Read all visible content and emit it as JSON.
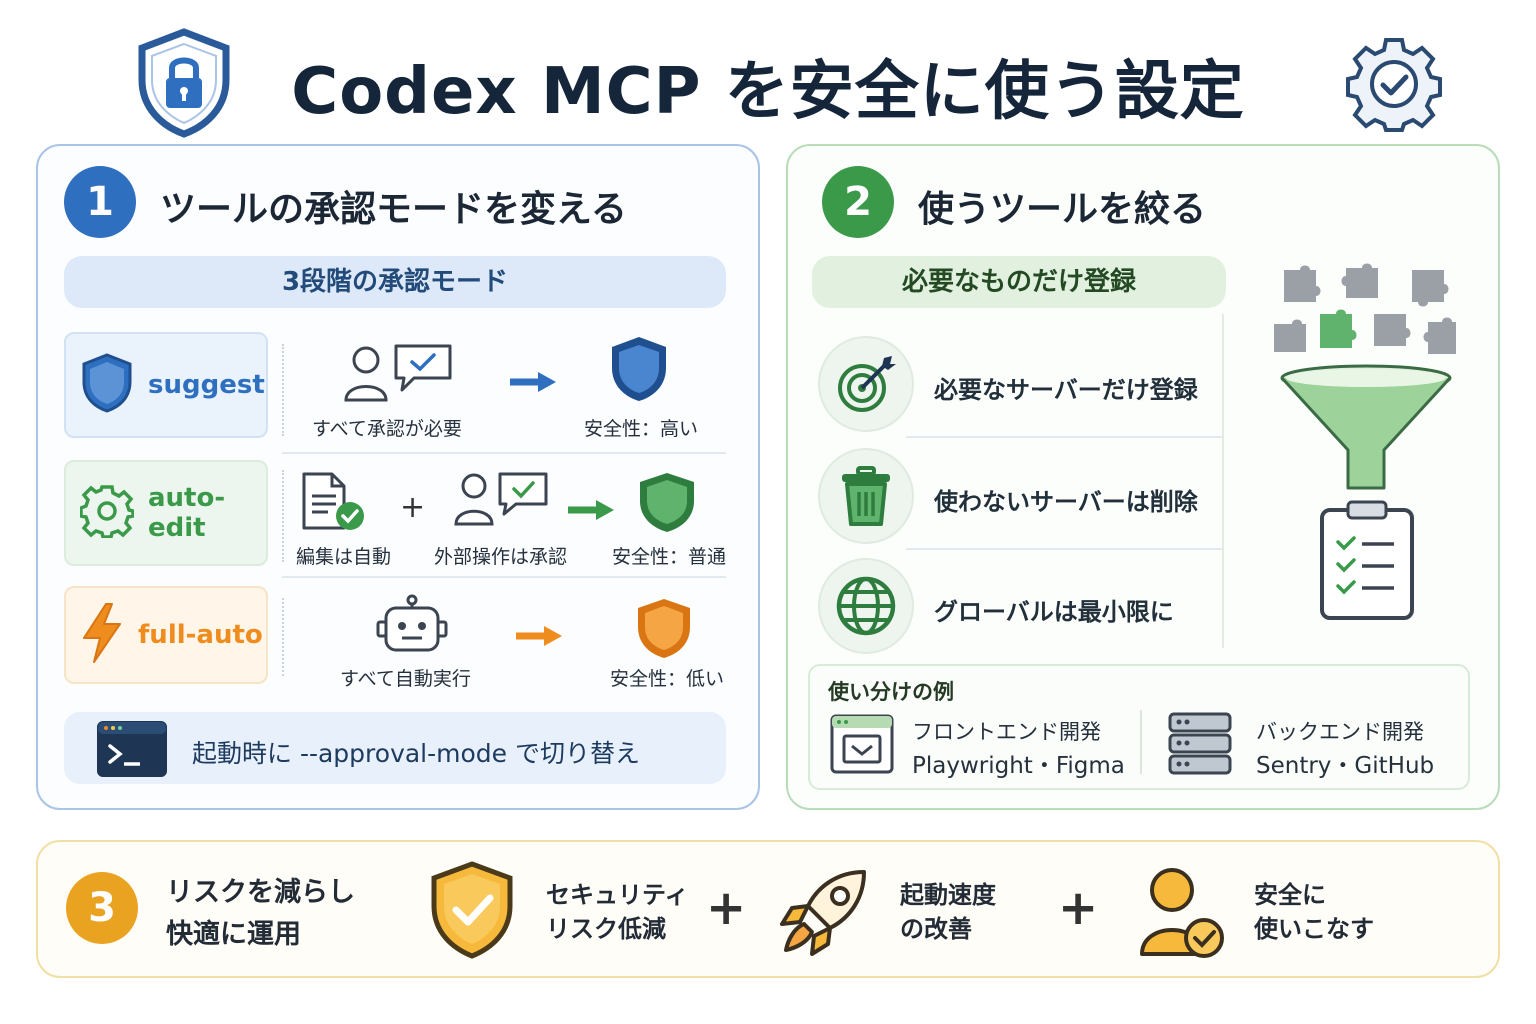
{
  "header": {
    "title": "Codex MCP を安全に使う設定",
    "left_icon": "shield-lock-icon",
    "right_icon": "gear-check-icon"
  },
  "section1": {
    "number": "1",
    "title": "ツールの承認モードを変える",
    "subtitle": "3段階の承認モード",
    "modes": [
      {
        "name": "suggest",
        "icon": "shield-icon",
        "color": "#2f6fbf",
        "captions": [
          "すべて承認が必要"
        ],
        "safety": "安全性：高い"
      },
      {
        "name": "auto-edit",
        "icon": "gear-icon",
        "color": "#3a9a4a",
        "captions": [
          "編集は自動",
          "外部操作は承認"
        ],
        "plus": "+",
        "safety": "安全性：普通"
      },
      {
        "name": "full-auto",
        "icon": "lightning-icon",
        "color": "#ef8c1e",
        "captions": [
          "すべて自動実行"
        ],
        "safety": "安全性：低い"
      }
    ],
    "footer": "起動時に --approval-mode で切り替え"
  },
  "section2": {
    "number": "2",
    "title": "使うツールを絞る",
    "subtitle": "必要なものだけ登録",
    "items": [
      {
        "icon": "target-icon",
        "label": "必要なサーバーだけ登録"
      },
      {
        "icon": "trash-icon",
        "label": "使わないサーバーは削除"
      },
      {
        "icon": "globe-icon",
        "label": "グローバルは最小限に"
      }
    ],
    "examples": {
      "title": "使い分けの例",
      "items": [
        {
          "icon": "browser-window-icon",
          "title": "フロントエンド開発",
          "tools": "Playwright・Figma"
        },
        {
          "icon": "server-stack-icon",
          "title": "バックエンド開発",
          "tools": "Sentry・GitHub"
        }
      ]
    }
  },
  "section3": {
    "number": "3",
    "title_lines": [
      "リスクを減らし",
      "快適に運用"
    ],
    "benefits": [
      {
        "icon": "shield-check-icon",
        "lines": [
          "セキュリティ",
          "リスク低減"
        ]
      },
      {
        "icon": "rocket-icon",
        "lines": [
          "起動速度",
          "の改善"
        ]
      },
      {
        "icon": "user-check-icon",
        "lines": [
          "安全に",
          "使いこなす"
        ]
      }
    ],
    "plus": "+"
  },
  "colors": {
    "blue": "#2f6fbf",
    "green": "#3a9a4a",
    "orange": "#ef8c1e",
    "gold": "#eaa221"
  }
}
